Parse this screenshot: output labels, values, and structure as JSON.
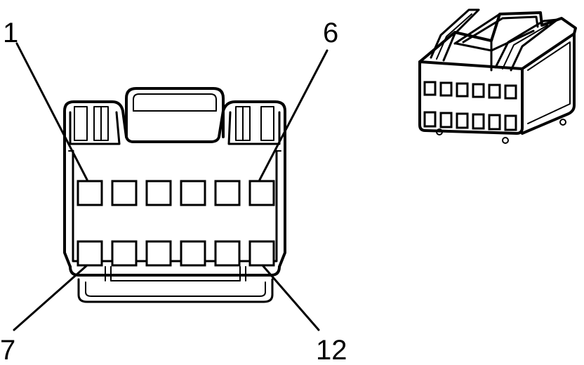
{
  "labels": {
    "pin_1": "1",
    "pin_6": "6",
    "pin_7": "7",
    "pin_12": "12"
  },
  "front_view": {
    "rows": 2,
    "cavities_per_row": 6
  },
  "iso_view": {
    "rows": 2,
    "cavities_per_row": 6
  }
}
